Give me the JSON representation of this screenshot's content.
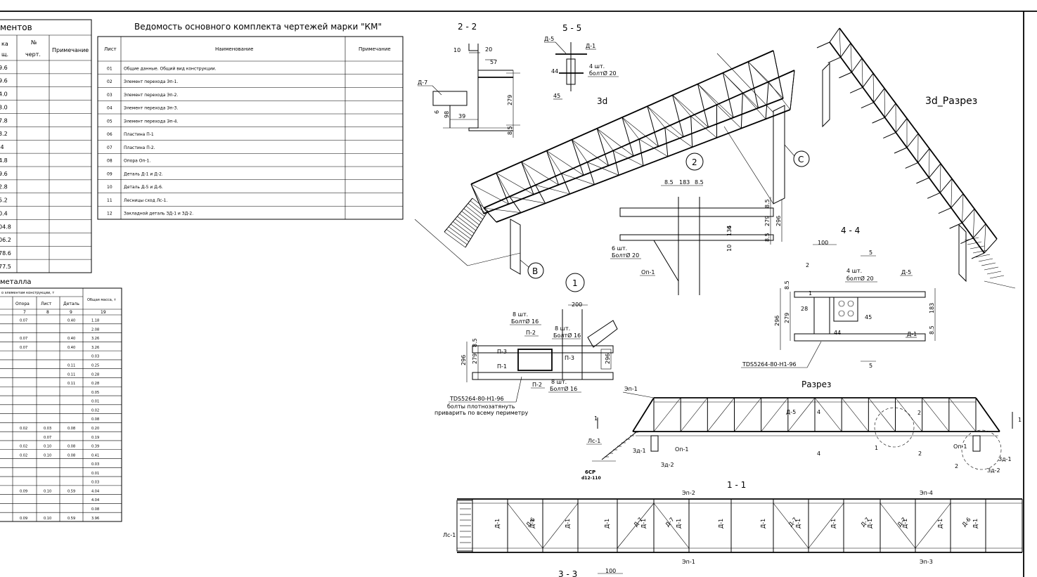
{
  "left_table": {
    "title": "ментов",
    "header": {
      "col_a": "ка",
      "col_a2": "щ.",
      "col_no": "№",
      "col_no2": "черт.",
      "col_note": "Примечание"
    },
    "rows": [
      "9.6",
      "9.6",
      "4.0",
      "3.0",
      "7.8",
      "3.2",
      ".4",
      "4.8",
      "9.6",
      "2.8",
      "5.2",
      "0.4",
      "04.8",
      "06.2",
      "78.6",
      "77.5"
    ]
  },
  "metal_table": {
    "title": "металла",
    "head_group": "о элементам конструкции, т",
    "head_total": "Общая масса, т",
    "cols": [
      {
        "label": "Опора",
        "num": "7"
      },
      {
        "label": "Лист",
        "num": "8"
      },
      {
        "label": "Деталь",
        "num": "9"
      }
    ],
    "total_num": "19",
    "cells": [
      [
        "0.07",
        "",
        "0.40",
        "1.18"
      ],
      [
        "",
        "",
        "",
        "2.08"
      ],
      [
        "0.07",
        "",
        "0.40",
        "3.26"
      ],
      [
        "0.07",
        "",
        "0.40",
        "3.26"
      ],
      [
        "",
        "",
        "",
        "0.03"
      ],
      [
        "",
        "",
        "0.11",
        "0.25"
      ],
      [
        "",
        "",
        "0.11",
        "0.28"
      ],
      [
        "",
        "",
        "0.11",
        "0.28"
      ],
      [
        "",
        "",
        "",
        "0.05"
      ],
      [
        "",
        "",
        "",
        "0.01"
      ],
      [
        "",
        "",
        "",
        "0.02"
      ],
      [
        "",
        "",
        "",
        "0.08"
      ],
      [
        "0.02",
        "0.03",
        "0.08",
        "0.20"
      ],
      [
        "",
        "0.07",
        "",
        "0.19"
      ],
      [
        "0.02",
        "0.10",
        "0.08",
        "0.39"
      ],
      [
        "0.02",
        "0.10",
        "0.08",
        "0.41"
      ],
      [
        "",
        "",
        "",
        "0.03"
      ],
      [
        "",
        "",
        "",
        "0.01"
      ],
      [
        "",
        "",
        "",
        "0.03"
      ],
      [
        "0.09",
        "0.10",
        "0.59",
        "4.04"
      ],
      [
        "",
        "",
        "",
        "4.04"
      ],
      [
        "",
        "",
        "",
        "0.08"
      ],
      [
        "0.09",
        "0.10",
        "0.59",
        "3.96"
      ]
    ]
  },
  "km_table": {
    "title": "Ведомость основного комплекта чертежей марки \"КМ\"",
    "headers": {
      "sheet": "Лист",
      "name": "Наименование",
      "note": "Примечание"
    },
    "rows": [
      {
        "n": "01",
        "name": "Общие данные. Общий вид конструкции."
      },
      {
        "n": "02",
        "name": "Элемент перехода Эп-1."
      },
      {
        "n": "03",
        "name": "Элемент перехода Эп-2."
      },
      {
        "n": "04",
        "name": "Элемент перехода Эп-3."
      },
      {
        "n": "05",
        "name": "Элемент перехода Эп-4."
      },
      {
        "n": "06",
        "name": "Пластина П-1"
      },
      {
        "n": "07",
        "name": "Пластина П-2."
      },
      {
        "n": "08",
        "name": "Опора  Оп-1."
      },
      {
        "n": "09",
        "name": "Деталь Д-1 и Д-2."
      },
      {
        "n": "10",
        "name": "Деталь Д-5 и Д-6."
      },
      {
        "n": "11",
        "name": "Лесницы сход Лс-1."
      },
      {
        "n": "12",
        "name": "Закладной деталь ЗД-1 и ЗД-2."
      }
    ]
  },
  "labels": {
    "sec22": "2 - 2",
    "sec55": "5 - 5",
    "view3d": "3d",
    "view3d_cut": "3d_Разрез",
    "sec44": "4 - 4",
    "razrez": "Разрез",
    "sec11": "1 - 1",
    "sec33": "3 - 3",
    "circle_c": "C",
    "circle_b": "B",
    "circle_1": "1",
    "circle_2": "2",
    "s22_10": "10",
    "s22_20": "20",
    "s22_57": "57",
    "s22_d7": "Д-7",
    "s22_279": "279",
    "s22_85": "8.5",
    "s22_6": "6",
    "s22_98": "98",
    "s22_39": "39",
    "s55_d5": "Д-5",
    "s55_d1": "Д-1",
    "s55_44": "44",
    "s55_45": "45",
    "s55_bolts1": "4 шт.",
    "s55_bolts2": "болтØ 20",
    "n2_85a": "8.5",
    "n2_183": "183",
    "n2_85b": "8.5",
    "n2_279": "279",
    "n2_296": "296",
    "n2_85c": "8.5",
    "n2_85d": "8.5",
    "n2_10": "10",
    "n2_134": "134",
    "n2_6": "6",
    "n2_bolts1": "6 шт.",
    "n2_bolts2": "БолтØ 20",
    "n2_op1": "Оп-1",
    "s44_100": "100",
    "s44_5a": "5",
    "s44_2": "2",
    "s44_bolts1": "4 шт.",
    "s44_bolts2": "болтØ 20",
    "s44_d5": "Д-5",
    "s44_1": "1",
    "s44_28": "28",
    "s44_45": "45",
    "s44_44": "44",
    "s44_d1": "Д-1",
    "s44_296": "296",
    "s44_279": "279",
    "s44_183": "183",
    "s44_85": "8.5",
    "s44_85b": "8.5",
    "s44_5b": "5",
    "s44_tds": "TDS5264-80-H1-96",
    "n1_200": "200",
    "n1_b1": "8  шт.",
    "n1_b1b": "БолтØ 16",
    "n1_p2": "П-2",
    "n1_b2": "8  шт.",
    "n1_b2b": "БолтØ 16",
    "n1_p3": "П-3",
    "n1_p1": "П-1",
    "n1_p3b": "П-3",
    "n1_296": "296",
    "n1_279": "279",
    "n1_85": "8.5",
    "n1_p2b": "П-2",
    "n1_b3": "8 шт.",
    "n1_b3b": "БолтØ 16",
    "n1_tds": "TDS5264-80-H1-96",
    "n1_note1": "болты плотнозатянуть",
    "n1_note2": "приварить по всему периметру",
    "rz_ep1": "Эп-1",
    "rz_d5": "Д-5",
    "rz_4a": "4",
    "rz_2a": "2",
    "rz_1a": "1",
    "rz_1b": "1",
    "rz_ls1": "Лс-1",
    "rz_zd1": "Зд-1",
    "rz_op1": "Оп-1",
    "rz_zd2": "Зд-2",
    "rz_4b": "4",
    "rz_1c": "1",
    "rz_2b": "2",
    "rz_op1b": "Оп-1",
    "rz_2c": "2",
    "rz_zd1b": "Зд-1",
    "rz_zd2b": "Зд-2",
    "rz_6cp": "6СР",
    "rz_d12": "d12-110",
    "p11_ep2": "Эп-2",
    "p11_ep4": "Эп-4",
    "p11_ep1": "Эп-1",
    "p11_ep3": "Эп-3",
    "p11_ls1": "Лс-1",
    "p11_d1": "Д-1",
    "p11_d6": "Д-6",
    "p11_d7": "Д-7",
    "s33_100": "100"
  }
}
